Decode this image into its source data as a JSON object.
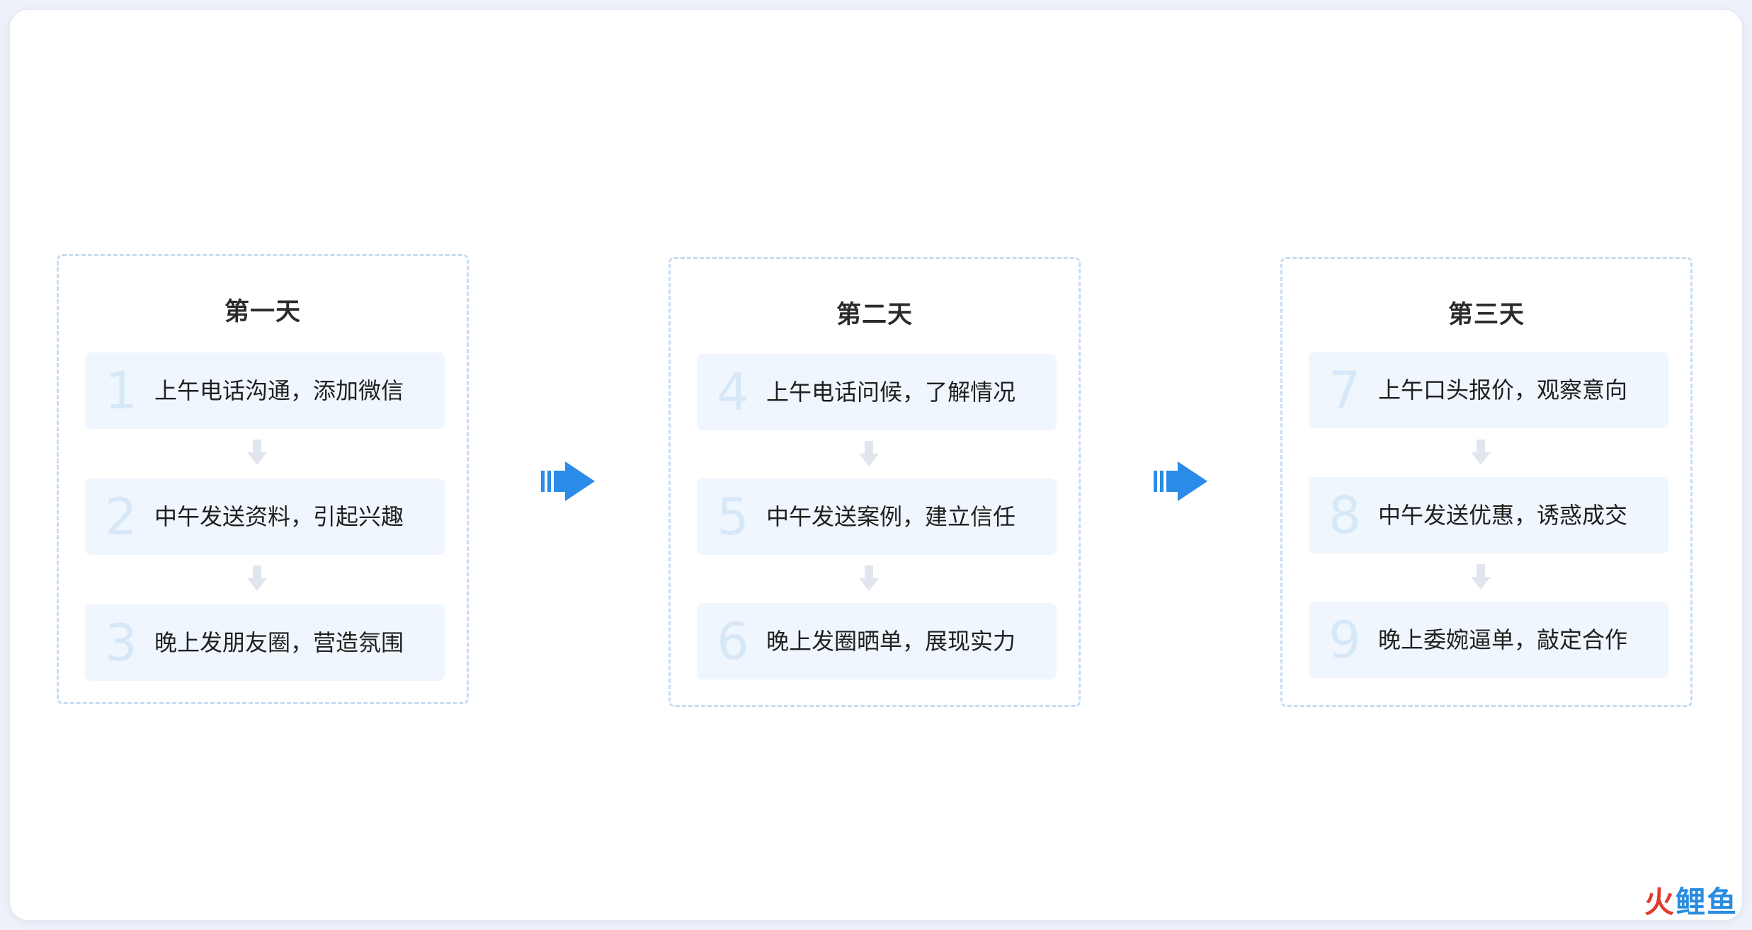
{
  "days": [
    {
      "title": "第一天",
      "steps": [
        {
          "num": "1",
          "text": "上午电话沟通，添加微信"
        },
        {
          "num": "2",
          "text": "中午发送资料，引起兴趣"
        },
        {
          "num": "3",
          "text": "晚上发朋友圈，营造氛围"
        }
      ]
    },
    {
      "title": "第二天",
      "steps": [
        {
          "num": "4",
          "text": "上午电话问候，了解情况"
        },
        {
          "num": "5",
          "text": "中午发送案例，建立信任"
        },
        {
          "num": "6",
          "text": "晚上发圈晒单，展现实力"
        }
      ]
    },
    {
      "title": "第三天",
      "steps": [
        {
          "num": "7",
          "text": "上午口头报价，观察意向"
        },
        {
          "num": "8",
          "text": "中午发送优惠，诱惑成交"
        },
        {
          "num": "9",
          "text": "晚上委婉逼单，敲定合作"
        }
      ]
    }
  ],
  "watermark": {
    "part1": "火",
    "part2": "鲤鱼"
  },
  "colors": {
    "accent": "#2b8be8",
    "box_border": "#c8dcf2",
    "step_bg": "#f0f6fd",
    "step_num": "#d6e8f8",
    "small_arrow": "#e1e6ee"
  }
}
